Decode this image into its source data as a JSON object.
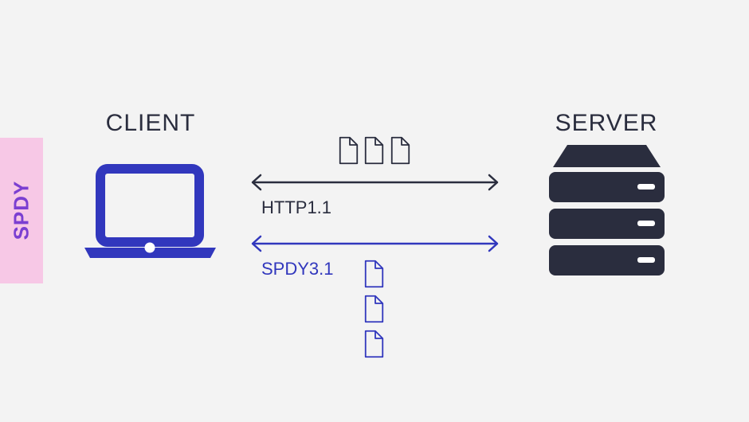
{
  "sidebar": {
    "label": "SPDY"
  },
  "nodes": {
    "client": "CLIENT",
    "server": "SERVER"
  },
  "protocols": {
    "http": "HTTP1.1",
    "spdy": "SPDY3.1"
  },
  "colors": {
    "background": "#f3f3f3",
    "sidebar_bg": "#f7c8e6",
    "sidebar_text": "#7b3fd1",
    "dark": "#2a2d3e",
    "blue": "#3137bd"
  }
}
